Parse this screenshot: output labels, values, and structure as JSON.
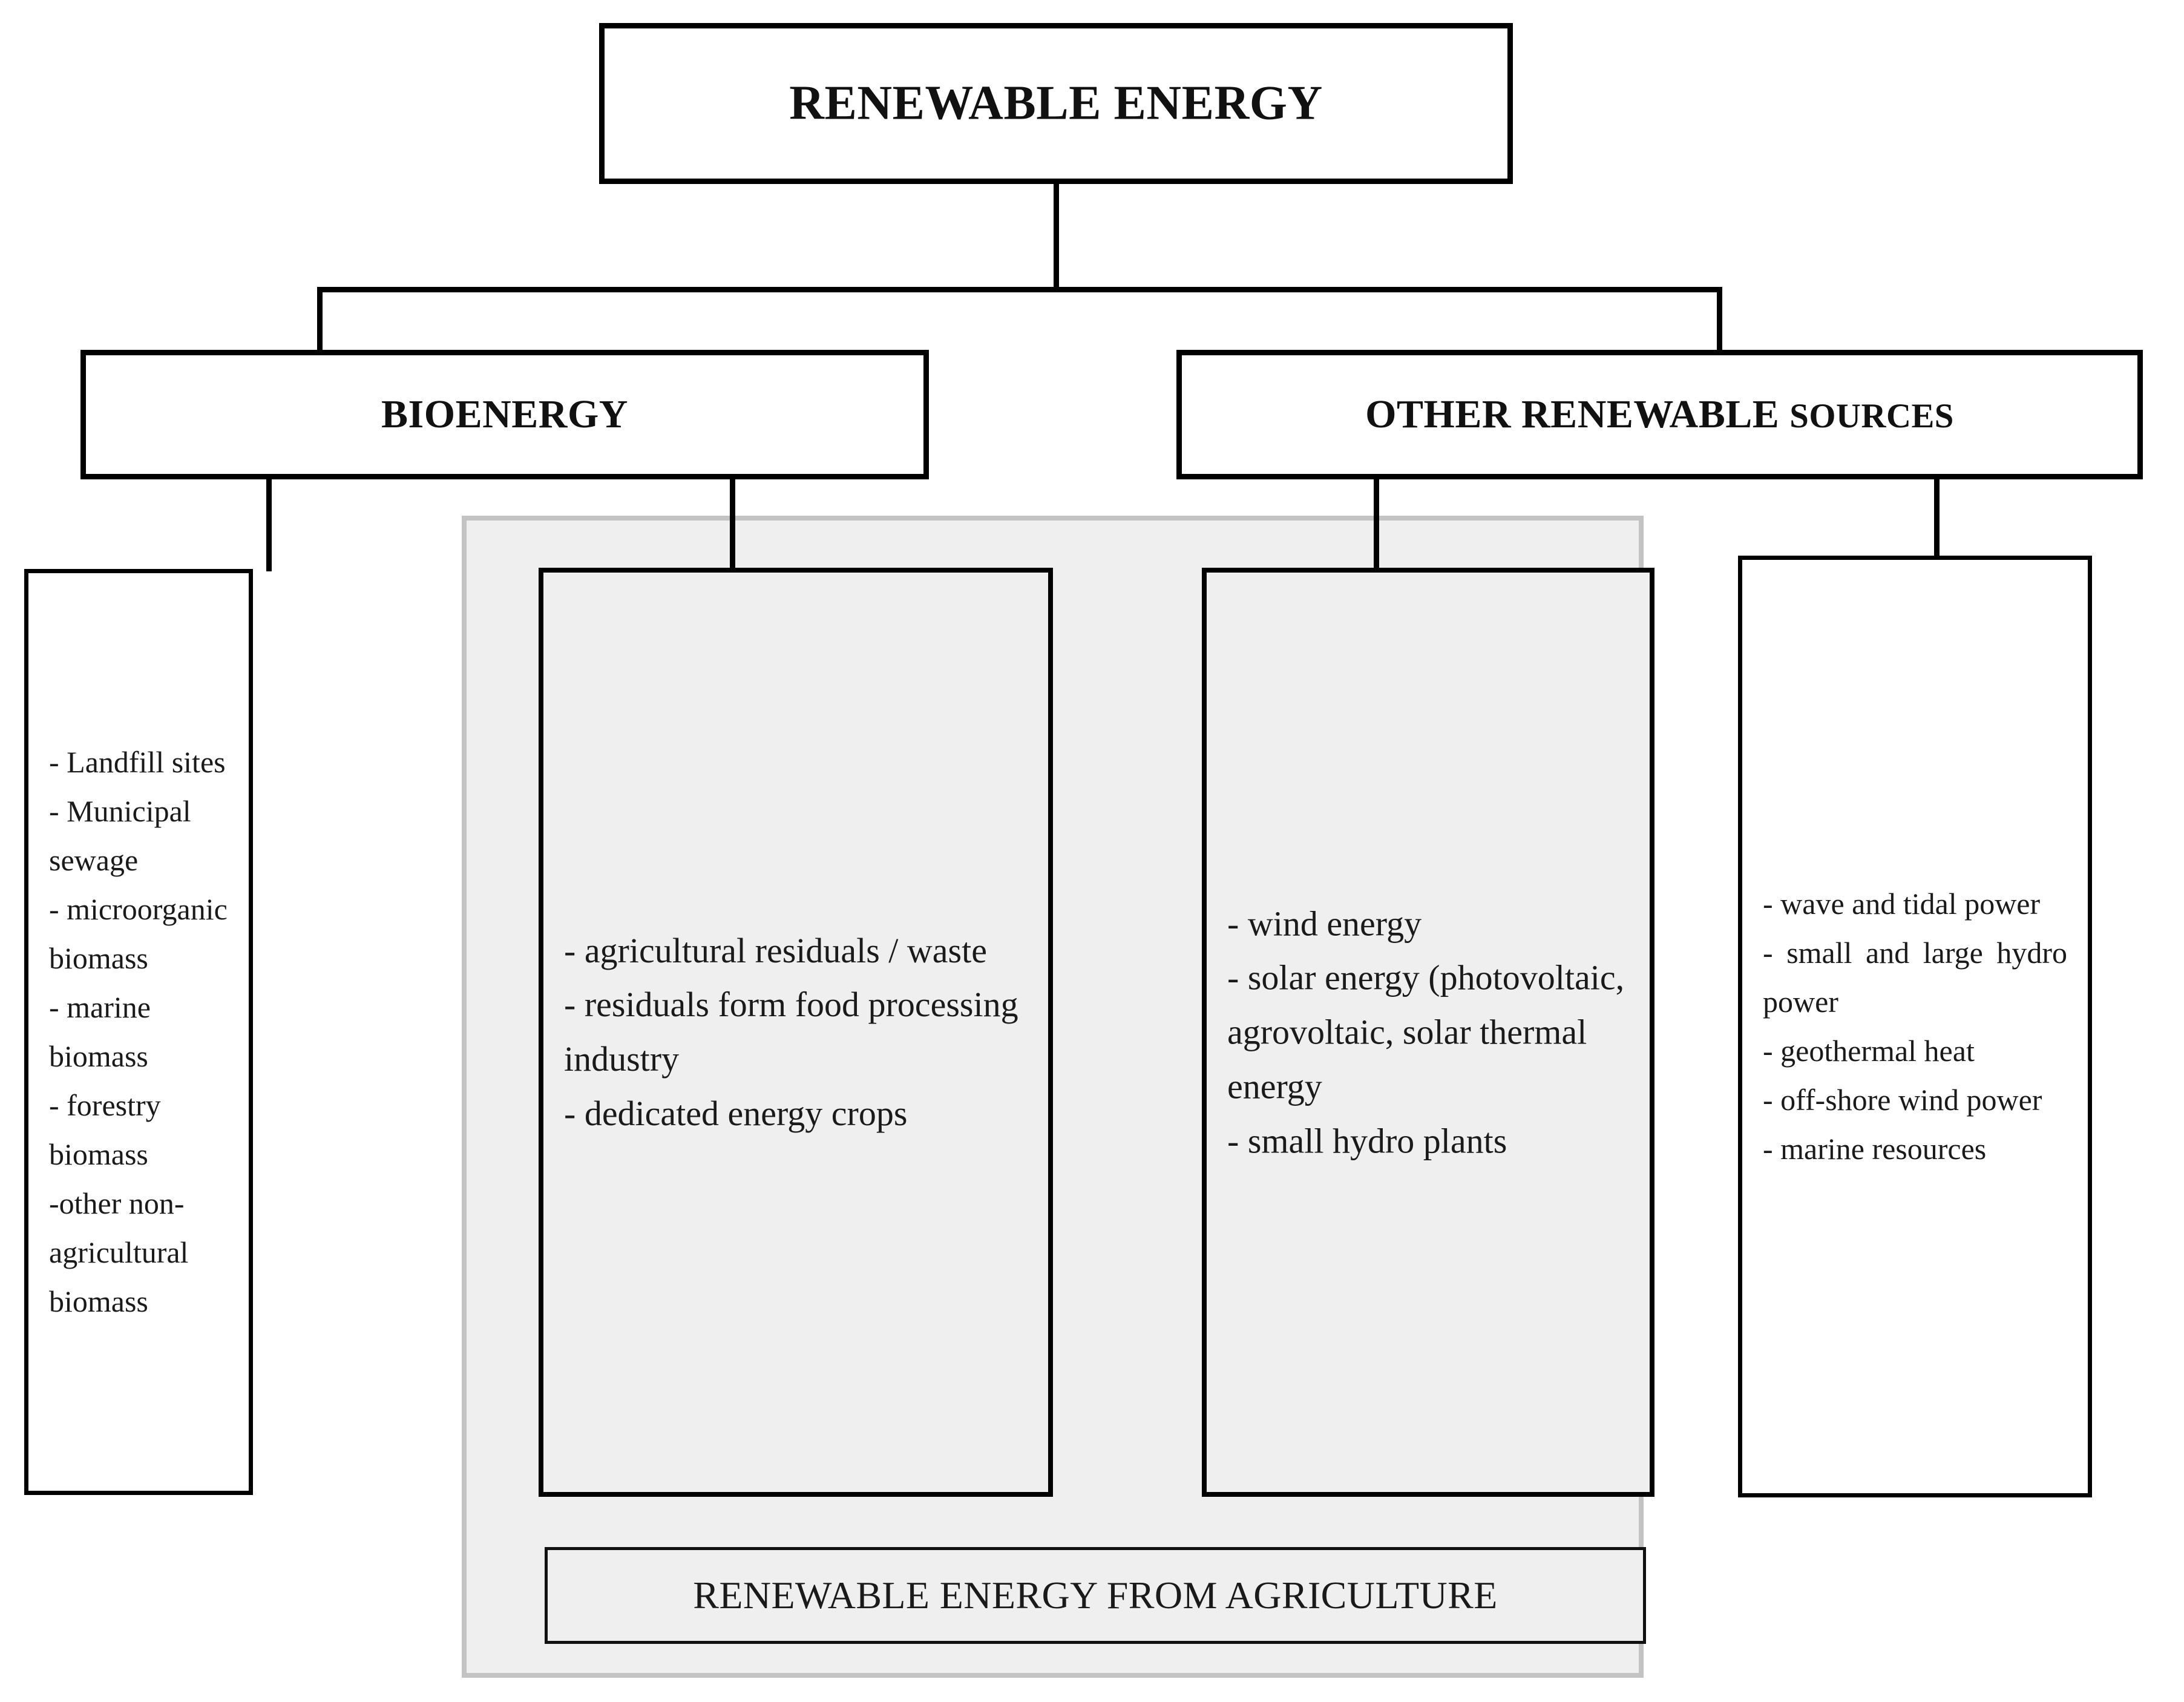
{
  "diagram": {
    "title": "Renewable energy classification tree",
    "colors": {
      "line": "#000000",
      "panel_fill": "#efefef",
      "panel_border": "#c3c3c3",
      "box_fill": "#ffffff",
      "text": "#1a1a1a"
    },
    "root": {
      "label": "RENEWABLE ENERGY"
    },
    "branches": [
      {
        "id": "bioenergy",
        "label": "BIOENERGY"
      },
      {
        "id": "other-renewable",
        "label_main": "OTHER RENEWABLE ",
        "label_smallcaps": "SOURCES"
      }
    ],
    "leaves": [
      {
        "id": "bioenergy-non-agricultural",
        "parent": "bioenergy",
        "items": [
          "- Landfill sites",
          "- Municipal sewage",
          "- microorganic biomass",
          "- marine biomass",
          "- forestry biomass",
          "-other non-agricultural biomass"
        ]
      },
      {
        "id": "agricultural-residuals",
        "parent": "bioenergy",
        "items": [
          "- agricultural residuals / waste",
          "- residuals form food processing industry",
          "- dedicated energy crops"
        ]
      },
      {
        "id": "other-renewable-agricultural",
        "parent": "other-renewable",
        "items": [
          "- wind energy",
          "- solar energy (photovoltaic, agrovoltaic, solar thermal energy",
          "- small hydro plants"
        ]
      },
      {
        "id": "other-renewable-sources",
        "parent": "other-renewable",
        "items": [
          "- wave and tidal power",
          "- small and large hydro power",
          "- geothermal heat",
          "- off-shore wind power",
          "- marine resources"
        ]
      }
    ],
    "panel": {
      "id": "renewable-energy-from-agriculture",
      "caption": "RENEWABLE ENERGY FROM AGRICULTURE"
    }
  }
}
